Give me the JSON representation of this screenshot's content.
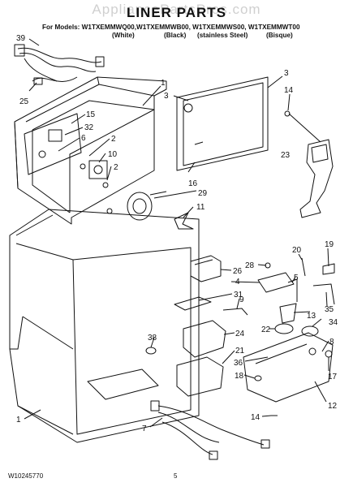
{
  "watermark": "AppliancePartsPros.com",
  "title": "LINER PARTS",
  "models_line": "For Models: W1TXEMMWQ00,W1TXEMMWB00, W1TXEMMWS00, W1TXEMMWT00",
  "colors": [
    "(White)",
    "(Black)",
    "(stainless Steel)",
    "(Bisque)"
  ],
  "footer_left": "W10245770",
  "footer_page": "5",
  "callouts": [
    "39",
    "25",
    "15",
    "32",
    "6",
    "2",
    "10",
    "2",
    "1",
    "3",
    "3",
    "14",
    "23",
    "16",
    "29",
    "11",
    "28",
    "26",
    "4",
    "31",
    "9",
    "20",
    "19",
    "5",
    "13",
    "35",
    "22",
    "34",
    "8",
    "24",
    "38",
    "21",
    "36",
    "17",
    "18",
    "12",
    "7",
    "14",
    "1"
  ]
}
